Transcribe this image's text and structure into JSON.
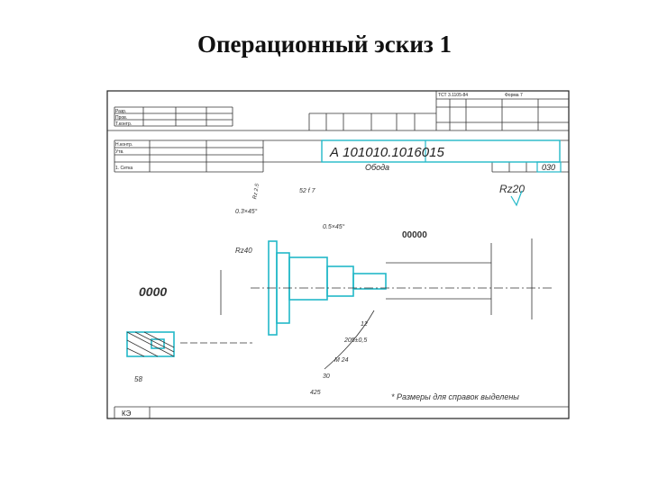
{
  "page": {
    "title": "Операционный эскиз 1"
  },
  "stamp": {
    "doc_ref": "ТСТ 3.1105-84",
    "form": "Форма 7",
    "rows_left": [
      "Разр.",
      "Пров.",
      "Т.контр."
    ],
    "rows_left2": [
      "Н.контр.",
      "Утв.",
      "1. Сетка"
    ],
    "code": "А 101010.1016015",
    "name": "Обода",
    "sheet_no": "030",
    "footer": "КЭ"
  },
  "drawing": {
    "roughness_general": "Rz20",
    "roughness_local": "Rz40",
    "rz_small": "Rz 2.5",
    "dim_52": "52 f 7",
    "dim_chamfer1": "0.3×45°",
    "dim_chamfer2": "0.5×45°",
    "dim_12": "12",
    "dim_205": "205±0,5",
    "dim_30": "30",
    "dim_425": "425",
    "dim_58": "58",
    "dim_m": "М 24",
    "note": "* Размеры для справок выделены",
    "stamp_box": "00000",
    "hatch_label": "0000"
  }
}
